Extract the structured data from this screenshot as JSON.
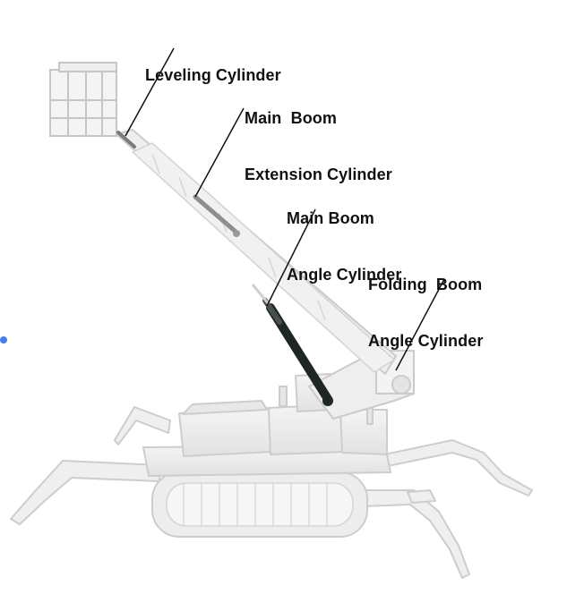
{
  "diagram": {
    "subject": "spider-lift-boom-diagram",
    "labels": [
      {
        "id": "leveling",
        "lines": [
          "Leveling Cylinder"
        ]
      },
      {
        "id": "extension",
        "lines": [
          "Main  Boom",
          "Extension Cylinder"
        ]
      },
      {
        "id": "angle",
        "lines": [
          "Main Boom",
          "Angle Cylinder"
        ]
      },
      {
        "id": "folding",
        "lines": [
          "Folding  Boom",
          "Angle Cylinder"
        ]
      }
    ]
  },
  "colors": {
    "machine_fill": "#efefef",
    "machine_stroke": "#cfcfcf",
    "highlight_cylinder": "#1f2626",
    "leader_line": "#111111",
    "label_text": "#111111",
    "marker_dot": "#4a7de8"
  }
}
